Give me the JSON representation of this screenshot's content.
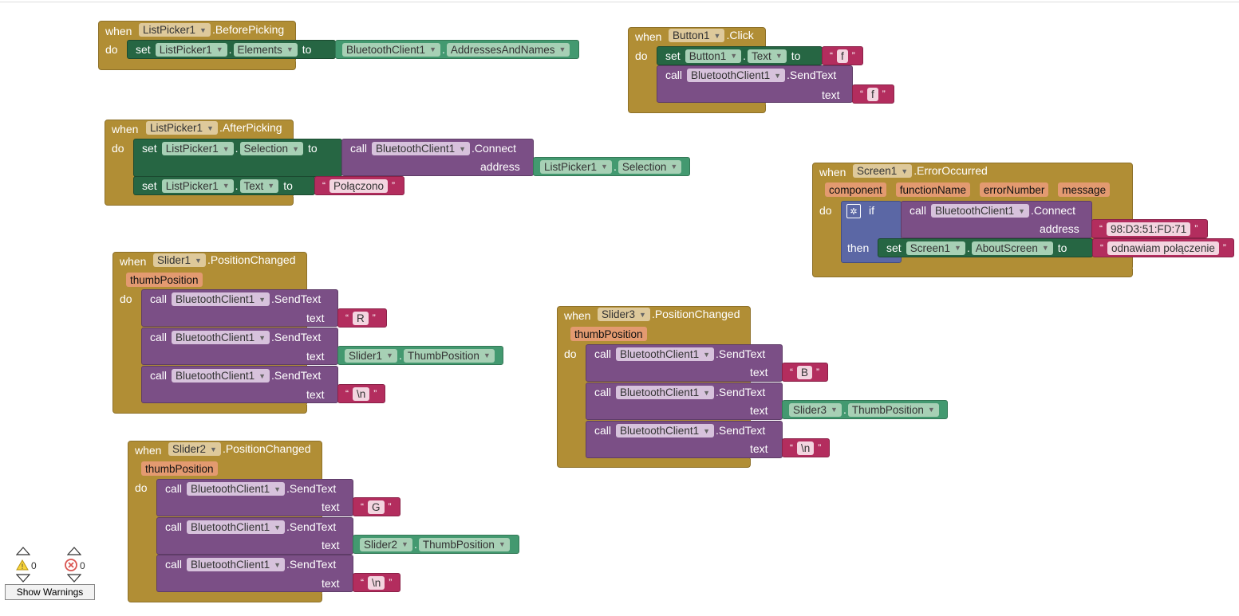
{
  "kw": {
    "when": "when",
    "do": "do",
    "set": "set",
    "to": "to",
    "call": "call",
    "text": "text",
    "address": "address",
    "if": "if",
    "then": "then",
    "dot": "."
  },
  "b1": {
    "component": "ListPicker1",
    "event": ".BeforePicking",
    "prop": "Elements",
    "getter_comp": "BluetoothClient1",
    "getter_prop": "AddressesAndNames"
  },
  "b2": {
    "component": "ListPicker1",
    "event": ".AfterPicking",
    "prop1": "Selection",
    "call_comp": "BluetoothClient1",
    "call_method": ".Connect",
    "arg_comp": "ListPicker1",
    "arg_prop": "Selection",
    "prop2": "Text",
    "str": "Połączono"
  },
  "b3": {
    "component": "Slider1",
    "event": ".PositionChanged",
    "param": "thumbPosition",
    "call_comp": "BluetoothClient1",
    "method": ".SendText",
    "s1": "R",
    "getter_comp": "Slider1",
    "getter_prop": "ThumbPosition",
    "s3": "\\n"
  },
  "b4": {
    "component": "Slider2",
    "event": ".PositionChanged",
    "param": "thumbPosition",
    "call_comp": "BluetoothClient1",
    "method": ".SendText",
    "s1": "G",
    "getter_comp": "Slider2",
    "getter_prop": "ThumbPosition",
    "s3": "\\n"
  },
  "b5": {
    "component": "Button1",
    "event": ".Click",
    "set_comp": "Button1",
    "prop": "Text",
    "str": "f",
    "call_comp": "BluetoothClient1",
    "method": ".SendText",
    "str2": "f"
  },
  "b6": {
    "component": "Screen1",
    "event": ".ErrorOccurred",
    "params": [
      "component",
      "functionName",
      "errorNumber",
      "message"
    ],
    "call_comp": "BluetoothClient1",
    "call_method": ".Connect",
    "addr": "98:D3:51:FD:71",
    "set_comp": "Screen1",
    "prop": "AboutScreen",
    "str": "odnawiam połączenie"
  },
  "b7": {
    "component": "Slider3",
    "event": ".PositionChanged",
    "param": "thumbPosition",
    "call_comp": "BluetoothClient1",
    "method": ".SendText",
    "s1": "B",
    "getter_comp": "Slider3",
    "getter_prop": "ThumbPosition",
    "s3": "\\n"
  },
  "warnings": {
    "warn_count": "0",
    "error_count": "0",
    "button": "Show Warnings"
  },
  "colors": {
    "event": "#b18e35",
    "setter": "#266643",
    "call": "#7b4f86",
    "getter": "#439970",
    "text": "#b32d5e"
  }
}
